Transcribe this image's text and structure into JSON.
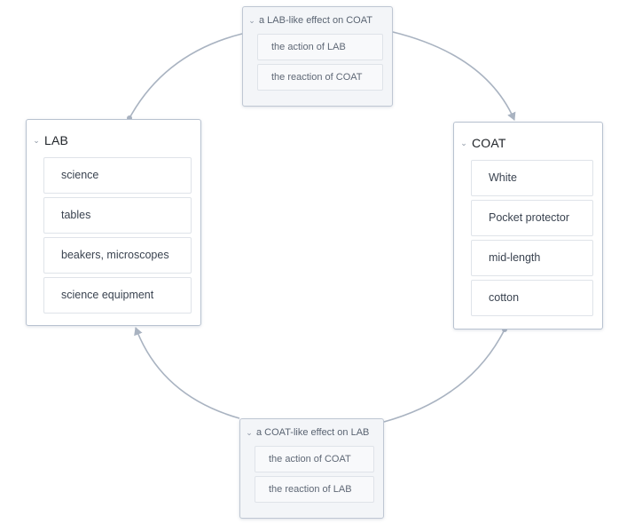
{
  "nodes": {
    "lab": {
      "title": "LAB",
      "items": [
        "science",
        "tables",
        "beakers, microscopes",
        "science equipment"
      ]
    },
    "coat": {
      "title": "COAT",
      "items": [
        "White",
        "Pocket protector",
        "mid-length",
        "cotton"
      ]
    },
    "lab_on_coat": {
      "title": "a LAB-like effect on COAT",
      "items": [
        "the action of LAB",
        "the reaction of COAT"
      ]
    },
    "coat_on_lab": {
      "title": "a COAT-like effect on LAB",
      "items": [
        "the action of COAT",
        "the reaction of LAB"
      ]
    }
  },
  "style": {
    "connector_color": "#a9b3c1",
    "border_color": "#b8c2d0"
  },
  "icons": {
    "collapse": "chevron-down-icon"
  }
}
